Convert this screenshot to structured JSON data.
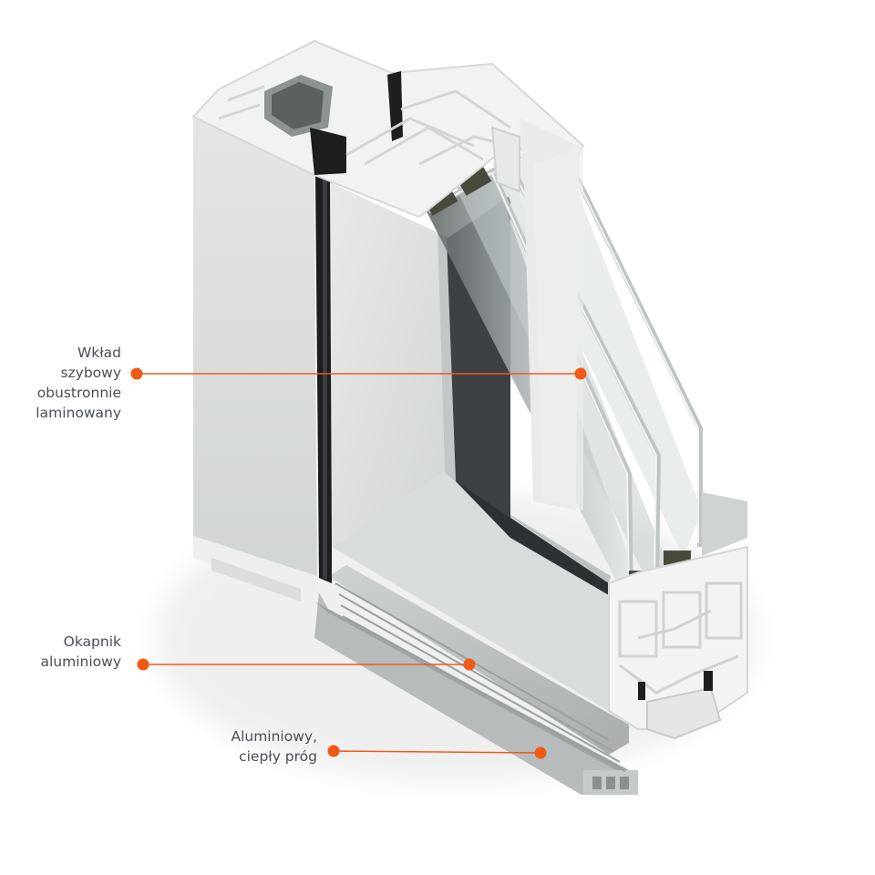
{
  "callouts": [
    {
      "text": "Wkład\nszybowy\nobustronnie\nlaminowany"
    },
    {
      "text": "Okapnik\naluminiowy"
    },
    {
      "text": "Aluminiowy,\nciepły próg"
    }
  ],
  "colors": {
    "accent": "#f05a14",
    "label_text": "#4a4f55",
    "aluminium": "#d9dcdc",
    "pvc": "#f4f4f4",
    "glass": "#dde3e5"
  },
  "icons": {
    "marker": "orange-dot"
  }
}
